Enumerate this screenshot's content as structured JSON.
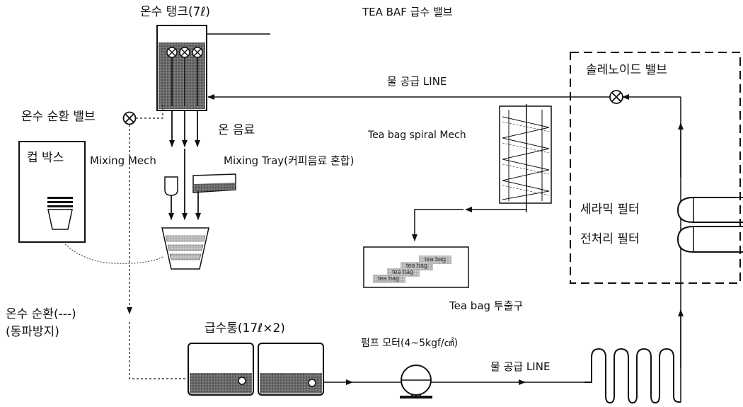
{
  "labels": {
    "hot_tank": "온수 탱크(7ℓ)",
    "baf_valve": "TEA BAF 급수 밸브",
    "water_supply_line_top": "물 공급  LINE",
    "solenoid_valve": "솔레노이드 밸브",
    "hot_circ_valve": "온수 순환 밸브",
    "hot_drink": "온 음료",
    "tea_spiral": "Tea bag spiral Mech",
    "cup_box": "컵 박스",
    "mixing_mech": "Mixing Mech",
    "mixing_tray": "Mixing Tray(커피음료 혼합)",
    "ceramic_filter": "세라믹 필터",
    "pre_filter": "전처리 필터",
    "tea_outlet": "Tea bag 투출구",
    "hot_circ_line": "온수 순환(---)",
    "freeze_protect": "(동파방지)",
    "supply_tank": "급수통(17ℓ×2)",
    "pump_motor": "펌프 모터(4~5kgf/㎠)",
    "water_supply_line_bottom": "물 공급 LINE",
    "tea_bag_tag": "tea bag"
  },
  "colors": {
    "line": "#111111",
    "tank_fill": "#555555",
    "water_fill": "#8a8a8a",
    "light_fill": "#c8c8c8"
  }
}
